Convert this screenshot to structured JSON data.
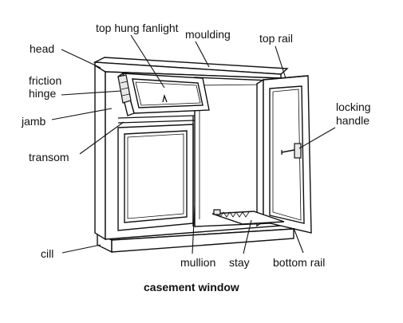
{
  "diagram": {
    "title": "casement window",
    "labels": {
      "head": "head",
      "top_hung_fanlight": "top hung fanlight",
      "moulding": "moulding",
      "top_rail": "top rail",
      "friction_hinge_line1": "friction",
      "friction_hinge_line2": "hinge",
      "jamb": "jamb",
      "locking_handle_line1": "locking",
      "locking_handle_line2": "handle",
      "transom": "transom",
      "cill": "cill",
      "mullion": "mullion",
      "stay": "stay",
      "bottom_rail": "bottom rail"
    }
  }
}
